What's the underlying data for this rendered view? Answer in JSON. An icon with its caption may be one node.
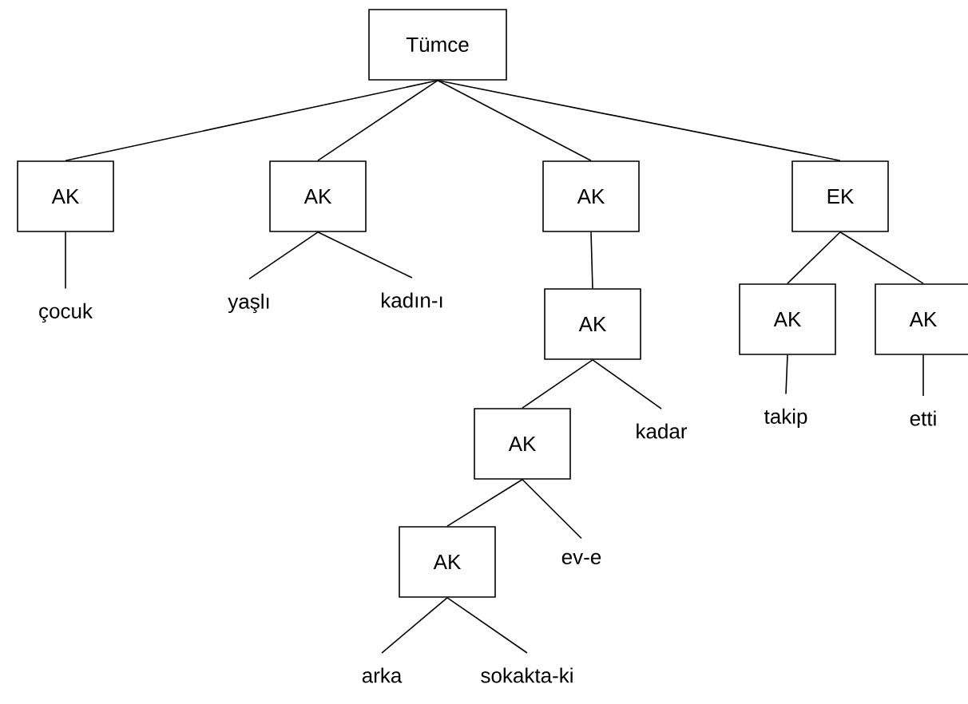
{
  "diagram": {
    "nodes": [
      {
        "text": [
          "Tümce"
        ]
      },
      {
        "text": [
          "AK"
        ]
      },
      {
        "text": [
          "AK"
        ]
      },
      {
        "text": [
          "AK"
        ]
      },
      {
        "text": [
          "EK"
        ]
      },
      {
        "text": [
          "çocuk"
        ]
      },
      {
        "text": [
          "yaşlı"
        ]
      },
      {
        "text": [
          "kadın-ı"
        ]
      },
      {
        "text": [
          "AK"
        ]
      },
      {
        "text": [
          "AK"
        ]
      },
      {
        "text": [
          "AK"
        ]
      },
      {
        "text": [
          "AK"
        ]
      },
      {
        "text": [
          "kadar"
        ]
      },
      {
        "text": [
          "takip"
        ]
      },
      {
        "text": [
          "etti"
        ]
      },
      {
        "text": [
          "AK"
        ]
      },
      {
        "text": [
          "ev-e"
        ]
      },
      {
        "text": [
          "arka"
        ]
      },
      {
        "text": [
          "sokakta-ki"
        ]
      }
    ],
    "edges": [
      {
        "from": 0,
        "to": 1,
        "arrow": "none"
      },
      {
        "from": 0,
        "to": 2,
        "arrow": "none"
      },
      {
        "from": 0,
        "to": 3,
        "arrow": "none"
      },
      {
        "from": 0,
        "to": 4,
        "arrow": "none"
      },
      {
        "from": 1,
        "to": 5,
        "arrow": "none"
      },
      {
        "from": 2,
        "to": 6,
        "arrow": "none"
      },
      {
        "from": 2,
        "to": 7,
        "arrow": "none"
      },
      {
        "from": 3,
        "to": 8,
        "arrow": "none"
      },
      {
        "from": 4,
        "to": 9,
        "arrow": "none"
      },
      {
        "from": 4,
        "to": 10,
        "arrow": "none"
      },
      {
        "from": 8,
        "to": 11,
        "arrow": "none"
      },
      {
        "from": 8,
        "to": 12,
        "arrow": "none"
      },
      {
        "from": 9,
        "to": 13,
        "arrow": "none"
      },
      {
        "from": 10,
        "to": 14,
        "arrow": "none"
      },
      {
        "from": 11,
        "to": 15,
        "arrow": "none"
      },
      {
        "from": 11,
        "to": 16,
        "arrow": "none"
      },
      {
        "from": 15,
        "to": 17,
        "arrow": "none"
      },
      {
        "from": 15,
        "to": 18,
        "arrow": "none"
      }
    ]
  }
}
